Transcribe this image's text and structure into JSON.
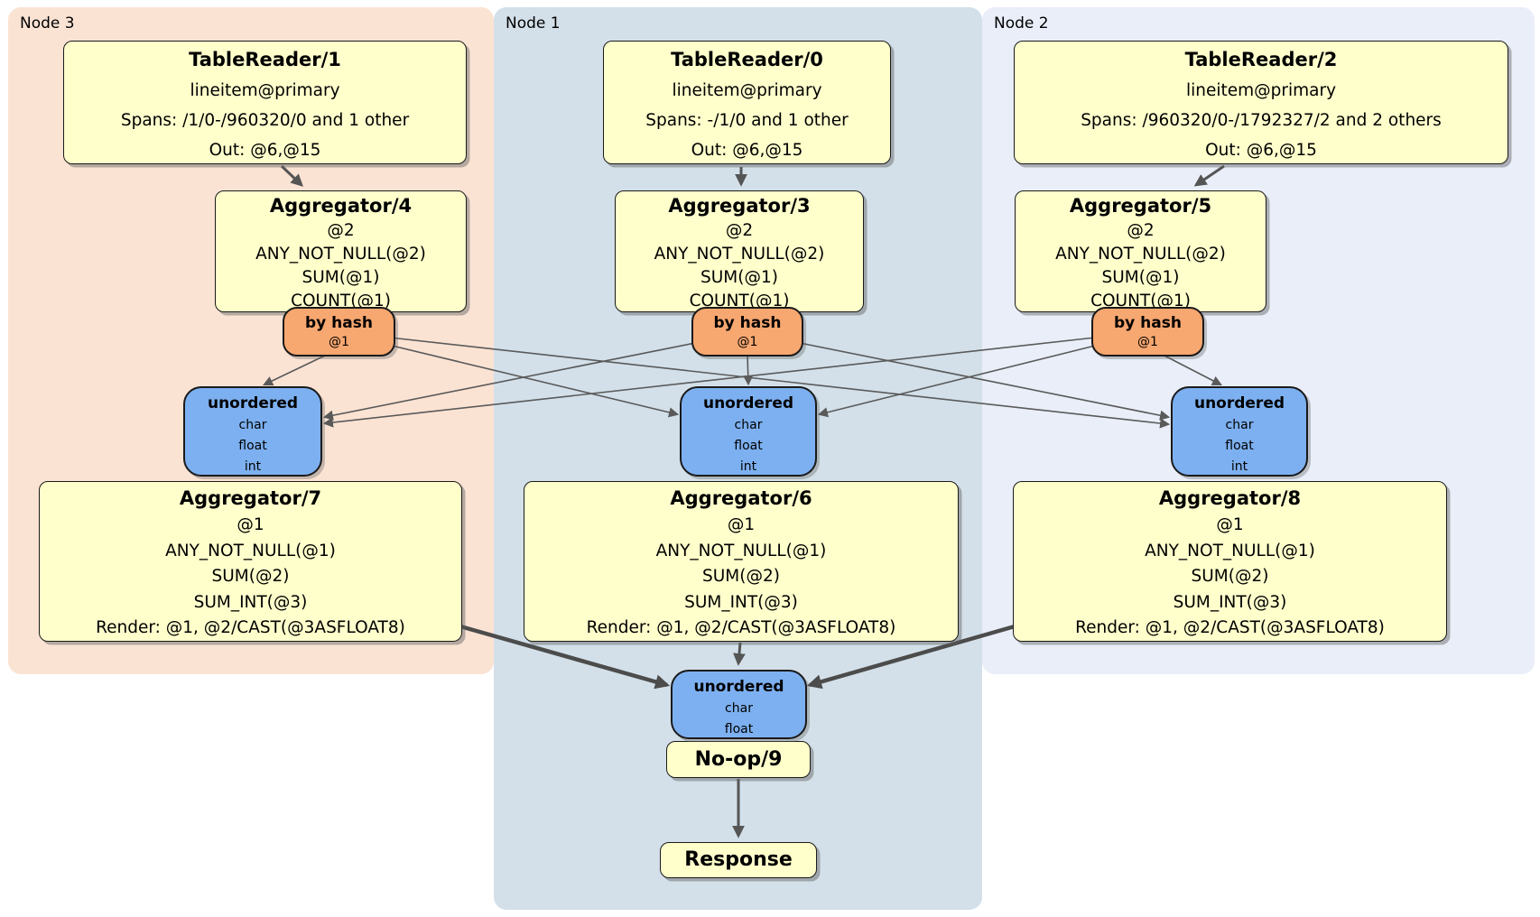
{
  "colors": {
    "canvas_bg": "#ffffff",
    "panel_node3": "#fbe3d4",
    "panel_node1": "#d3e0e9",
    "panel_node2": "#e9eef9",
    "proc_fill": "#ffffcc",
    "router_fill": "#f7a770",
    "sync_fill": "#7db0f0",
    "box_border": "#1a1a1a",
    "edge_thin": "#5a5a5a",
    "edge_medium": "#555555",
    "edge_thick": "#4c4c4c"
  },
  "panels": {
    "node3": {
      "label": "Node 3"
    },
    "node1": {
      "label": "Node 1"
    },
    "node2": {
      "label": "Node 2"
    }
  },
  "procs": {
    "tr1": {
      "title": "TableReader/1",
      "lines": [
        "lineitem@primary",
        "Spans: /1/0-/960320/0 and 1 other",
        "Out: @6,@15"
      ]
    },
    "tr0": {
      "title": "TableReader/0",
      "lines": [
        "lineitem@primary",
        "Spans: -/1/0 and 1 other",
        "Out: @6,@15"
      ]
    },
    "tr2": {
      "title": "TableReader/2",
      "lines": [
        "lineitem@primary",
        "Spans: /960320/0-/1792327/2 and 2 others",
        "Out: @6,@15"
      ]
    },
    "agg4": {
      "title": "Aggregator/4",
      "lines": [
        "@2",
        "ANY_NOT_NULL(@2)",
        "SUM(@1)",
        "COUNT(@1)"
      ]
    },
    "agg3": {
      "title": "Aggregator/3",
      "lines": [
        "@2",
        "ANY_NOT_NULL(@2)",
        "SUM(@1)",
        "COUNT(@1)"
      ]
    },
    "agg5": {
      "title": "Aggregator/5",
      "lines": [
        "@2",
        "ANY_NOT_NULL(@2)",
        "SUM(@1)",
        "COUNT(@1)"
      ]
    },
    "agg7": {
      "title": "Aggregator/7",
      "lines": [
        "@1",
        "ANY_NOT_NULL(@1)",
        "SUM(@2)",
        "SUM_INT(@3)",
        "Render: @1, @2/CAST(@3ASFLOAT8)"
      ]
    },
    "agg6": {
      "title": "Aggregator/6",
      "lines": [
        "@1",
        "ANY_NOT_NULL(@1)",
        "SUM(@2)",
        "SUM_INT(@3)",
        "Render: @1, @2/CAST(@3ASFLOAT8)"
      ]
    },
    "agg8": {
      "title": "Aggregator/8",
      "lines": [
        "@1",
        "ANY_NOT_NULL(@1)",
        "SUM(@2)",
        "SUM_INT(@3)",
        "Render: @1, @2/CAST(@3ASFLOAT8)"
      ]
    },
    "noop": {
      "title": "No-op/9"
    },
    "response": {
      "title": "Response"
    }
  },
  "routers": {
    "hash3": {
      "title": "by hash",
      "detail": "@1"
    },
    "hash1": {
      "title": "by hash",
      "detail": "@1"
    },
    "hash2": {
      "title": "by hash",
      "detail": "@1"
    }
  },
  "syncs": {
    "un3": {
      "title": "unordered",
      "types": [
        "char",
        "float",
        "int"
      ]
    },
    "un1": {
      "title": "unordered",
      "types": [
        "char",
        "float",
        "int"
      ]
    },
    "un2": {
      "title": "unordered",
      "types": [
        "char",
        "float",
        "int"
      ]
    },
    "unfinal": {
      "title": "unordered",
      "types": [
        "char",
        "float"
      ]
    }
  }
}
